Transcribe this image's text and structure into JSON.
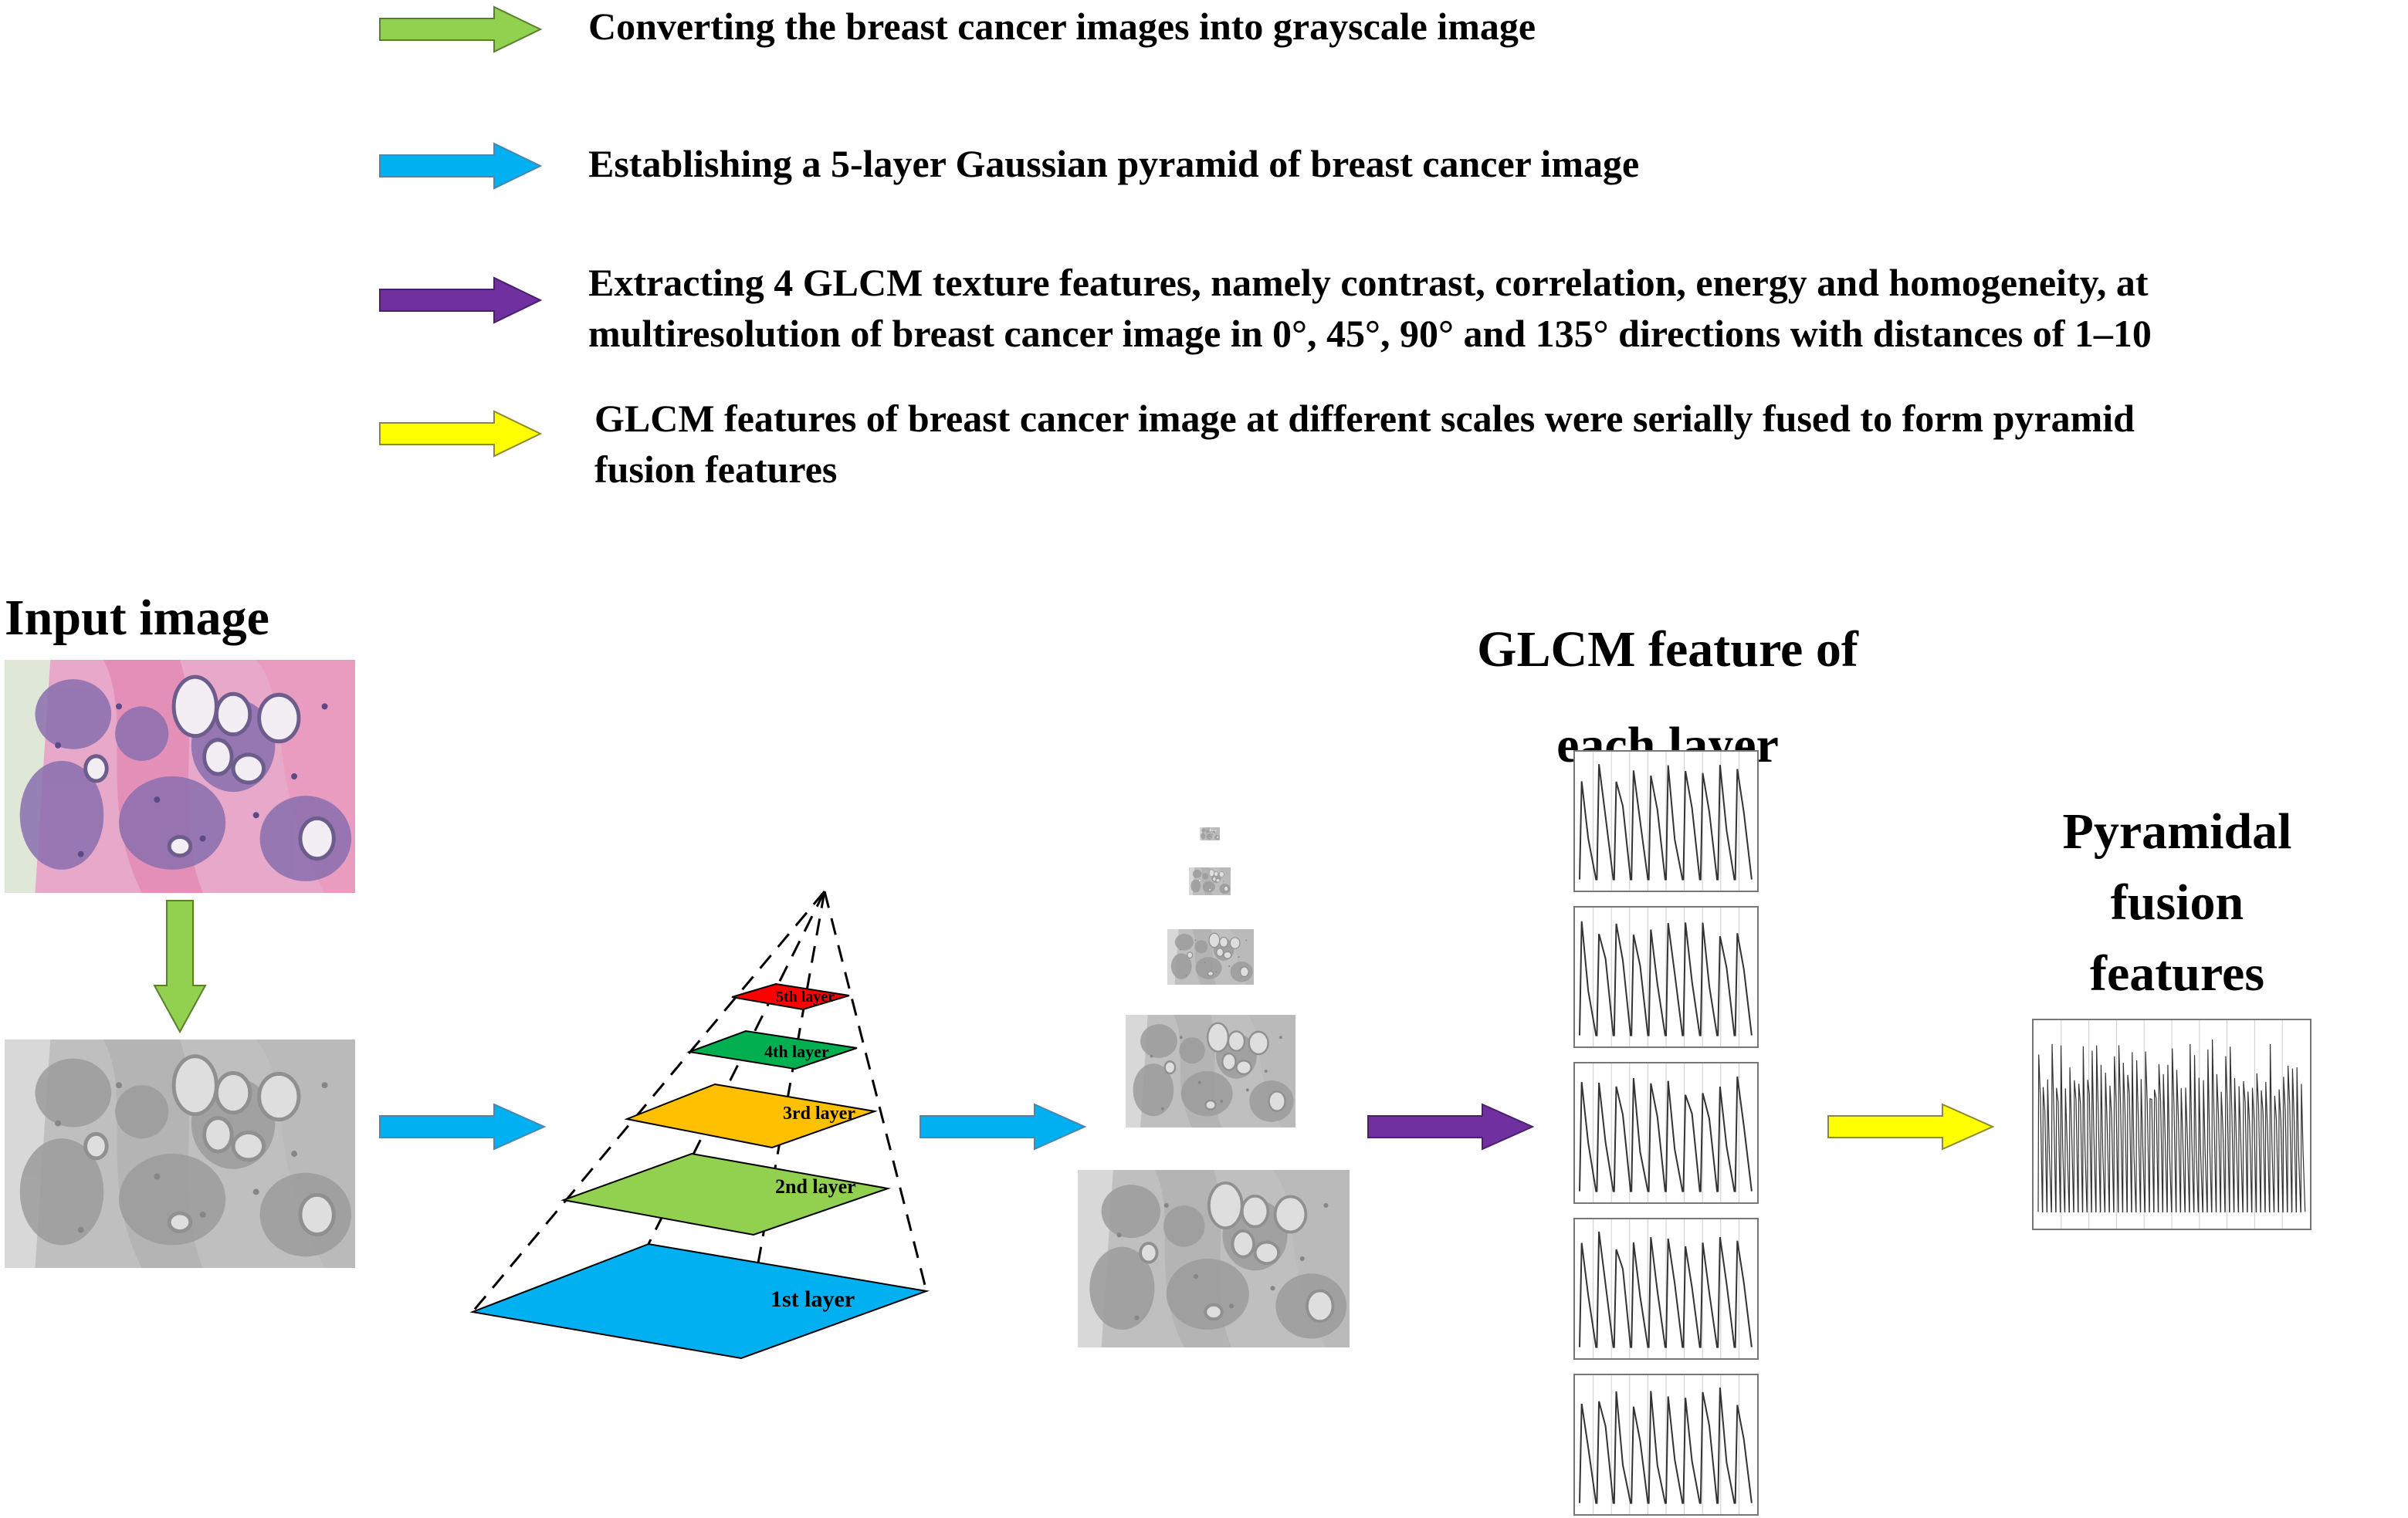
{
  "legend": [
    {
      "color": "#92d050",
      "text": "Converting the breast cancer  images into grayscale image"
    },
    {
      "color": "#00b0f0",
      "text": "Establishing a 5-layer Gaussian pyramid of breast cancer image"
    },
    {
      "color": "#7030a0",
      "lines": [
        "Extracting 4 GLCM texture features, namely contrast, correlation, energy and homogeneity, at",
        "multiresolution of breast cancer image in 0°, 45°, 90° and 135° directions with distances of 1–10"
      ]
    },
    {
      "color": "#ffff00",
      "lines": [
        "GLCM features of breast cancer image at different scales were serially fused to form pyramid",
        "fusion features"
      ]
    }
  ],
  "titles": {
    "input": "Input image",
    "glcm": [
      "GLCM feature of",
      "each layer"
    ],
    "fusion": [
      "Pyramidal",
      "fusion",
      "features"
    ]
  },
  "pyramid_layers": [
    "5th layer",
    "4th layer",
    "3rd layer",
    "2nd layer",
    "1st layer"
  ],
  "pyramid_colors": [
    "#ff0000",
    "#00b050",
    "#ffc000",
    "#92d050",
    "#00b0f0"
  ]
}
